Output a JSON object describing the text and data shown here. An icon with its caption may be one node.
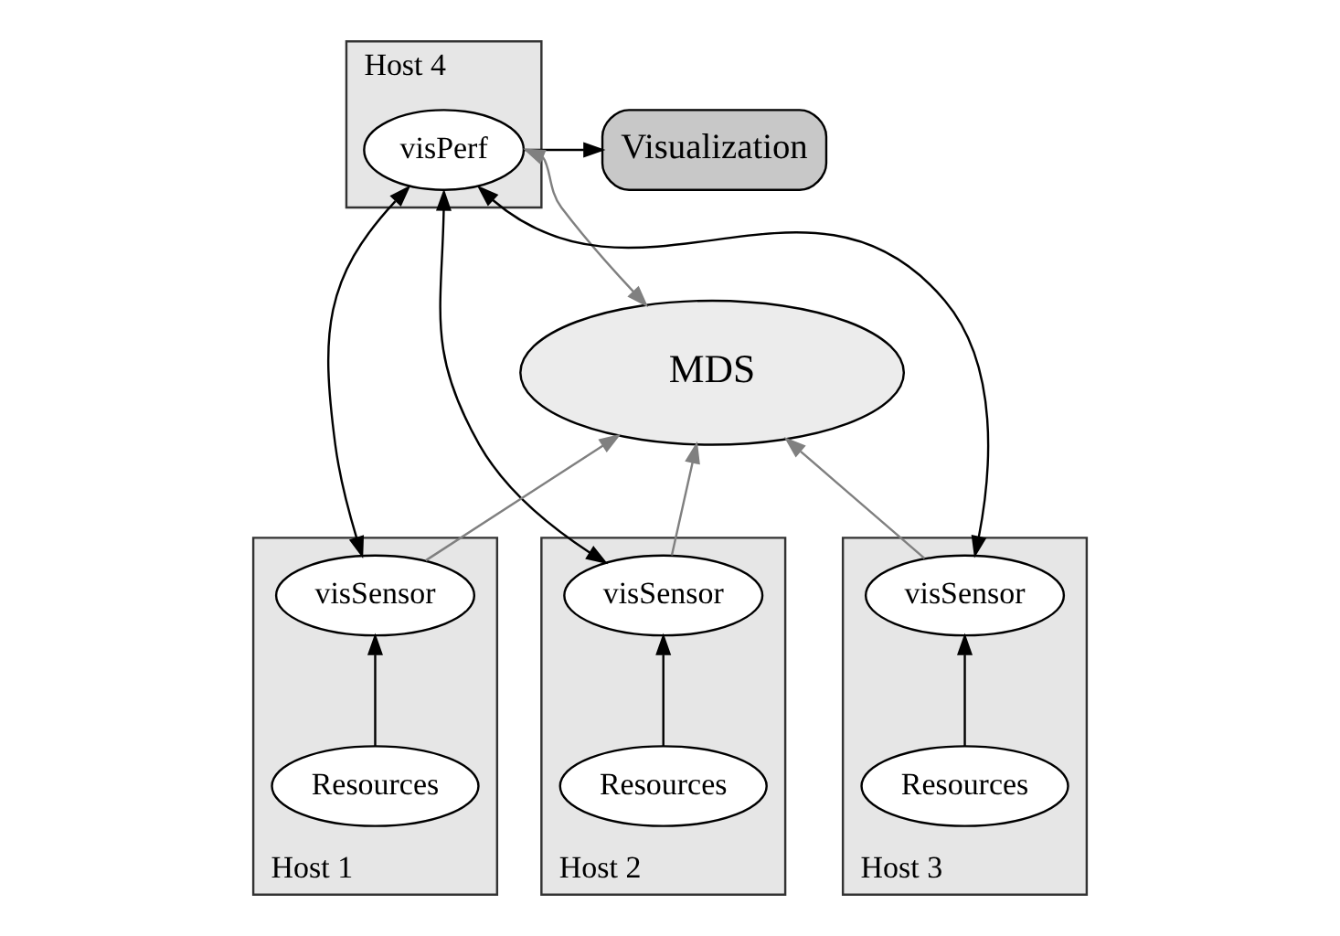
{
  "diagram": {
    "nodes": [
      {
        "text": [
          "Host 4"
        ]
      },
      {
        "text": [
          "visPerf"
        ],
        "in": 0
      },
      {
        "text": [
          "Visualization"
        ]
      },
      {
        "text": [
          "MDS"
        ]
      },
      {
        "text": [
          "Host 1"
        ]
      },
      {
        "text": [
          "visSensor"
        ],
        "in": 4
      },
      {
        "text": [
          "Resources"
        ],
        "in": 4
      },
      {
        "text": [
          "Host 2"
        ]
      },
      {
        "text": [
          "visSensor"
        ],
        "in": 7
      },
      {
        "text": [
          "Resources"
        ],
        "in": 7
      },
      {
        "text": [
          "Host 3"
        ]
      },
      {
        "text": [
          "visSensor"
        ],
        "in": 10
      },
      {
        "text": [
          "Resources"
        ],
        "in": 10
      }
    ],
    "edges": [
      {
        "from": 1,
        "to": 2,
        "arrow": "to"
      },
      {
        "from": 3,
        "to": 1,
        "arrow": "both",
        "color": "#808080"
      },
      {
        "from": 5,
        "to": 1,
        "arrow": "both"
      },
      {
        "from": 8,
        "to": 1,
        "arrow": "both"
      },
      {
        "from": 11,
        "to": 1,
        "arrow": "both"
      },
      {
        "from": 5,
        "to": 3,
        "arrow": "to",
        "color": "#808080"
      },
      {
        "from": 8,
        "to": 3,
        "arrow": "to",
        "color": "#808080"
      },
      {
        "from": 11,
        "to": 3,
        "arrow": "to",
        "color": "#808080"
      },
      {
        "from": 6,
        "to": 5,
        "arrow": "to"
      },
      {
        "from": 9,
        "to": 8,
        "arrow": "to"
      },
      {
        "from": 12,
        "to": 11,
        "arrow": "to"
      }
    ]
  }
}
